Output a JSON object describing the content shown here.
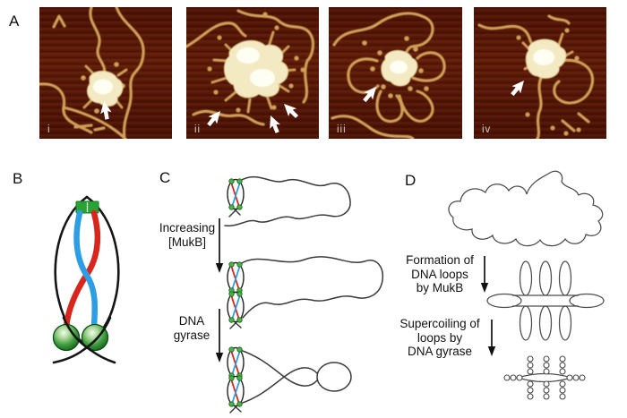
{
  "figure": {
    "background": "#ffffff",
    "panels": {
      "a": {
        "label": "A",
        "images": [
          {
            "numeral": "i",
            "arrow_count": 1
          },
          {
            "numeral": "ii",
            "arrow_count": 3
          },
          {
            "numeral": "iii",
            "arrow_count": 1
          },
          {
            "numeral": "iv",
            "arrow_count": 1
          }
        ]
      },
      "b": {
        "label": "B"
      },
      "c": {
        "label": "C",
        "steps": [
          {
            "text": "Increasing\n[MukB]"
          },
          {
            "text": "DNA\ngyrase"
          }
        ]
      },
      "d": {
        "label": "D",
        "steps": [
          {
            "text": "Formation of\nDNA loops\nby MukB"
          },
          {
            "text": "Supercoiling of\nloops by\nDNA gyrase"
          }
        ]
      }
    },
    "colors": {
      "afm_background": "#5a1505",
      "afm_dna_strand": "#d0a058",
      "afm_protein_blob": "#fdf6dd",
      "annotation_arrow": "#ffffff",
      "mukb_arm_red": "#d7271c",
      "mukb_arm_blue": "#2d9ee3",
      "mukb_hinge_green": "#2aa235",
      "dna_outline": "#1a1a1a",
      "diagram_line": "#4c4c4c",
      "text": "#111111"
    }
  }
}
